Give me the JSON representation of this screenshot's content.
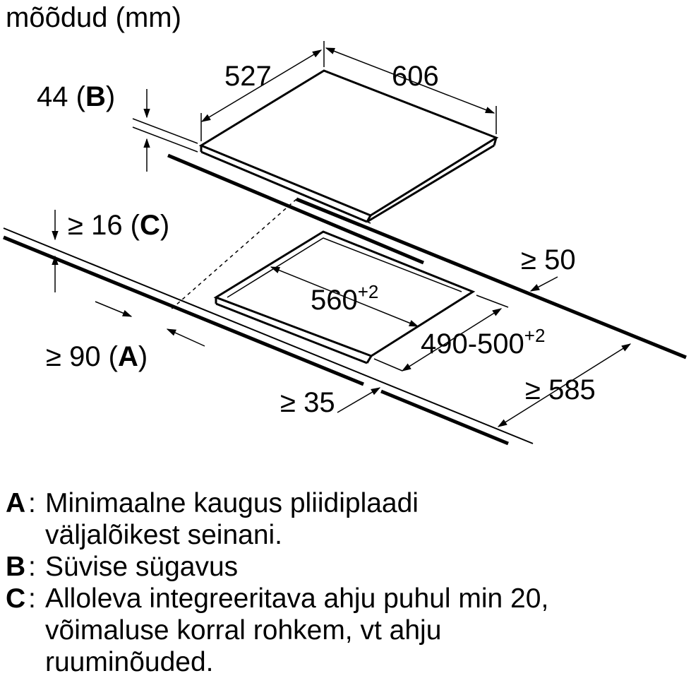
{
  "units_title": "mõõdud (mm)",
  "hob": {
    "depth": "527",
    "width": "606",
    "thickness_value": "44",
    "thickness_key": "B"
  },
  "cutout": {
    "clearance_top": "≥ 16",
    "clearance_top_key": "C",
    "cutout_width": "560",
    "cutout_width_tol": "+2",
    "cutout_depth": "490-500",
    "cutout_depth_tol": "+2",
    "rear_gap": "≥ 50",
    "wall_distance": "≥ 90",
    "wall_distance_key": "A",
    "front_gap": "≥ 35",
    "worktop_depth": "≥ 585"
  },
  "legend": [
    {
      "key": "A",
      "lines": [
        "Minimaalne kaugus pliidiplaadi",
        "väljalõikest seinani."
      ]
    },
    {
      "key": "B",
      "lines": [
        "Süvise sügavus"
      ]
    },
    {
      "key": "C",
      "lines": [
        "Alloleva integreeritava ahju puhul min 20,",
        "võimaluse korral rohkem, vt ahju",
        "ruuminõuded."
      ]
    }
  ]
}
